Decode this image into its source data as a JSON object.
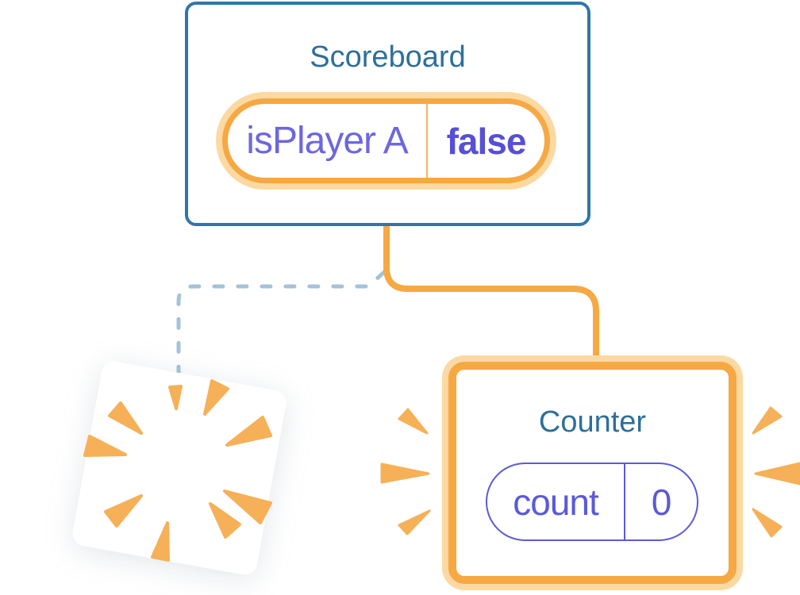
{
  "background": "#ffffff",
  "colors": {
    "card_border_blue": "#3076ac",
    "title_blue": "#2e6f9a",
    "orange": "#f6a843",
    "orange_pale": "#fcd9a2",
    "burst_orange": "#f6b057",
    "divider_orange": "#f2b266",
    "indigo": "#6d67de",
    "indigo_bold": "#574fd6",
    "counter_indigo": "#5b5ad7",
    "dashed_blue": "#a4c2d8"
  },
  "scoreboard_card": {
    "title": "Scoreboard",
    "state_pill": {
      "key": "isPlayer A",
      "value": "false"
    }
  },
  "counter_card": {
    "title": "Counter",
    "state_pill": {
      "key": "count",
      "value": "0"
    }
  },
  "icons": {
    "sparkle_large": "sparkle-icon",
    "sparkle_small": "sparkle-icon",
    "explosion_burst": "explosion-burst-icon",
    "emphasis_burst_left": "emphasis-burst-icon",
    "emphasis_burst_right": "emphasis-burst-icon",
    "solid_connector": "solid-connector-line",
    "dashed_connector": "dashed-connector-line"
  }
}
